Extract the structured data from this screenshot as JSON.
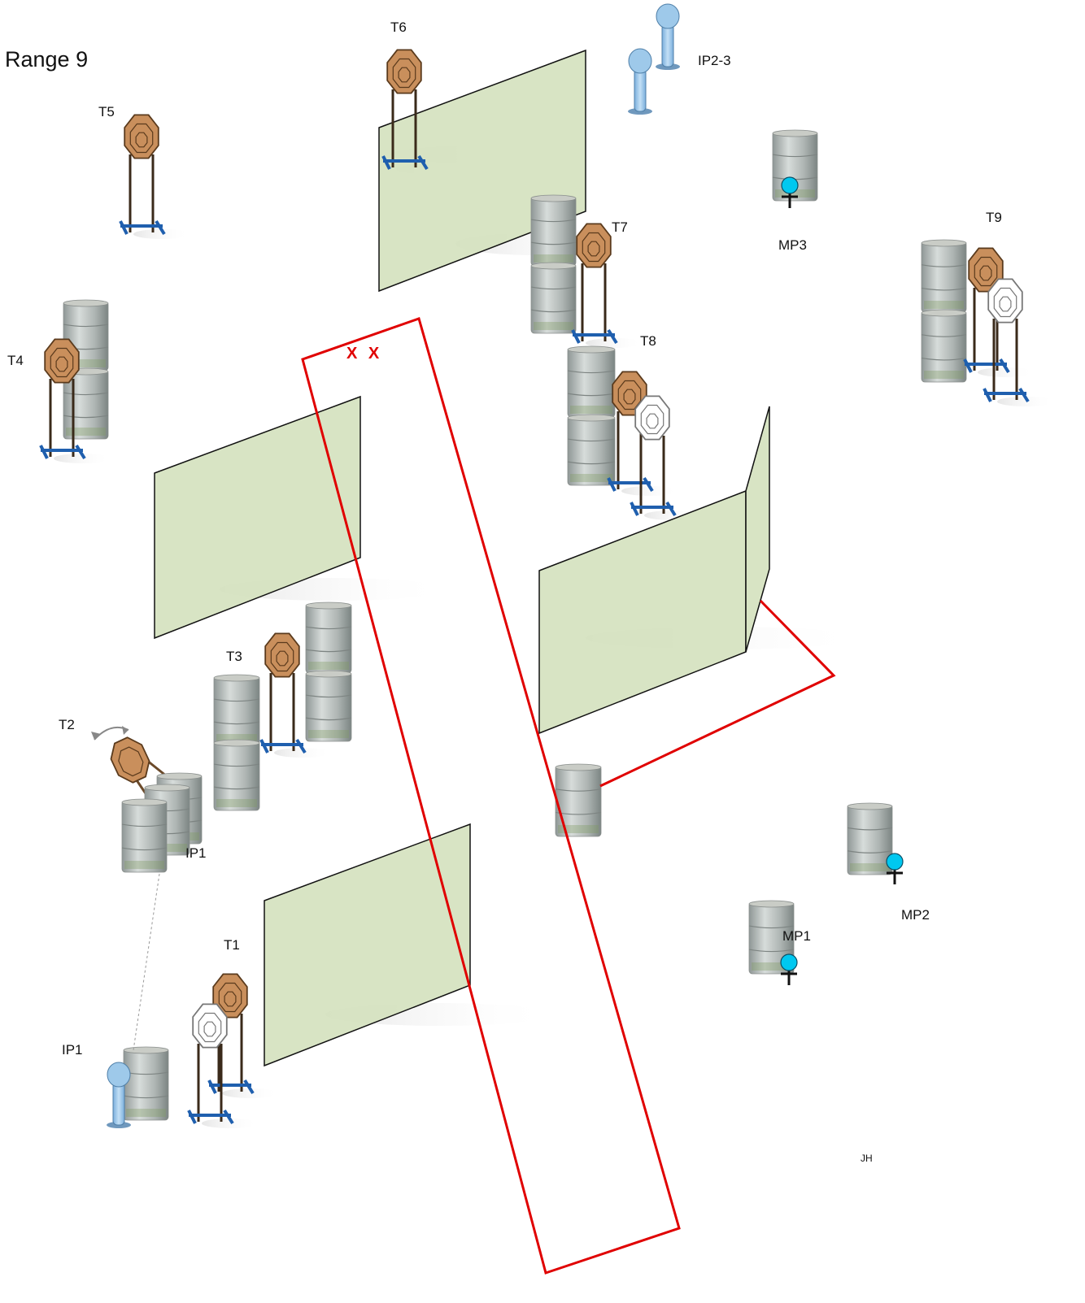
{
  "title": "Range 9",
  "labels": {
    "t1": "T1",
    "t2": "T2",
    "t3": "T3",
    "t4": "T4",
    "t5": "T5",
    "t6": "T6",
    "t7": "T7",
    "t8": "T8",
    "t9": "T9",
    "ip1_left": "IP1",
    "ip1_barrel": "IP1",
    "ip2_3": "IP2-3",
    "mp1": "MP1",
    "mp2": "MP2",
    "mp3": "MP3",
    "fault_marks": "X X",
    "author": "JH"
  },
  "colors": {
    "fault_line": "#e00000",
    "wall_fill": "#d5e2bf",
    "steel_target": "#c98f5c",
    "no_shoot_target": "#ffffff",
    "popper": "#9ec9ea",
    "mp_marker": "#00c8f0",
    "barrel": "#b5bcbb",
    "stand": "#1f5fae"
  }
}
